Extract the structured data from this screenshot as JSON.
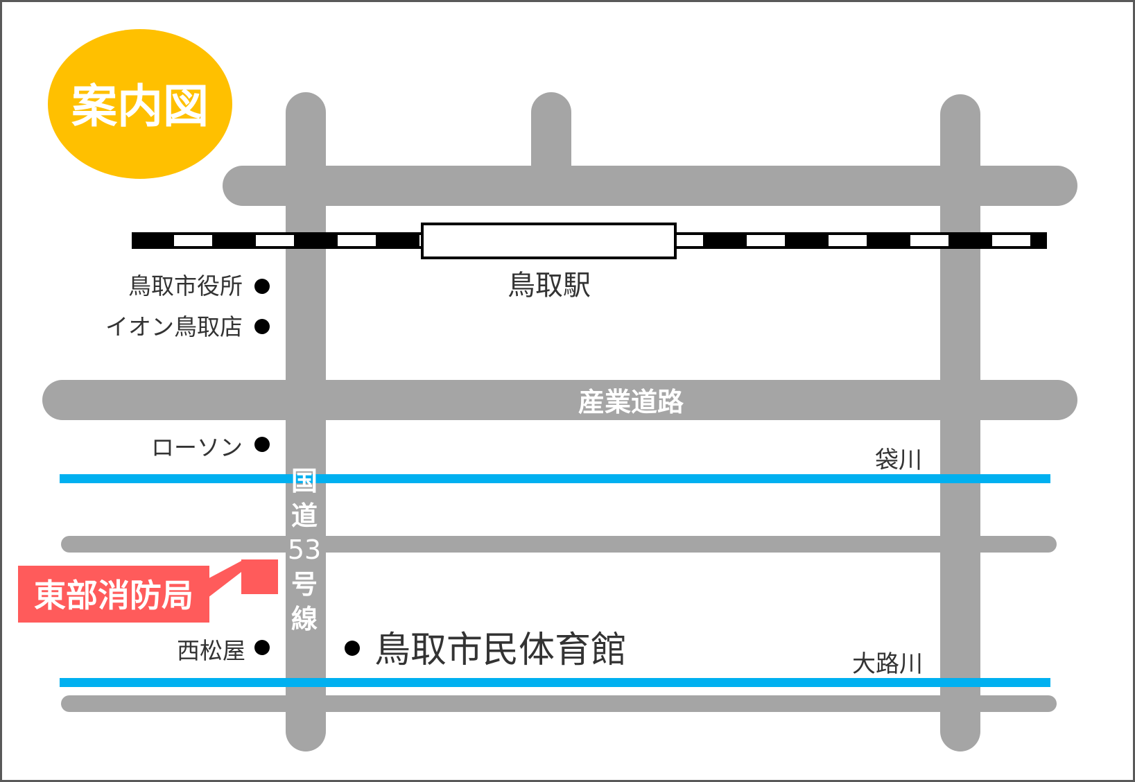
{
  "title": "案内図",
  "highlight": {
    "label": "東部消防局"
  },
  "station": {
    "label": "鳥取駅"
  },
  "roads": {
    "main_road_label": "産業道路",
    "national_route_label_chars": [
      "国",
      "道",
      "53",
      "号",
      "線"
    ]
  },
  "rivers": [
    {
      "label": "袋川"
    },
    {
      "label": "大路川"
    }
  ],
  "landmarks": [
    {
      "label": "鳥取市役所"
    },
    {
      "label": "イオン鳥取店"
    },
    {
      "label": "ローソン"
    },
    {
      "label": "西松屋"
    },
    {
      "label": "鳥取市民体育館"
    }
  ],
  "colors": {
    "road": "#a5a5a5",
    "river": "#00b0f0",
    "title_badge": "#ffc000",
    "highlight": "#ff5b5b",
    "rail_dark": "#000000",
    "rail_light": "#ffffff",
    "border": "#595959",
    "text": "#333333"
  }
}
